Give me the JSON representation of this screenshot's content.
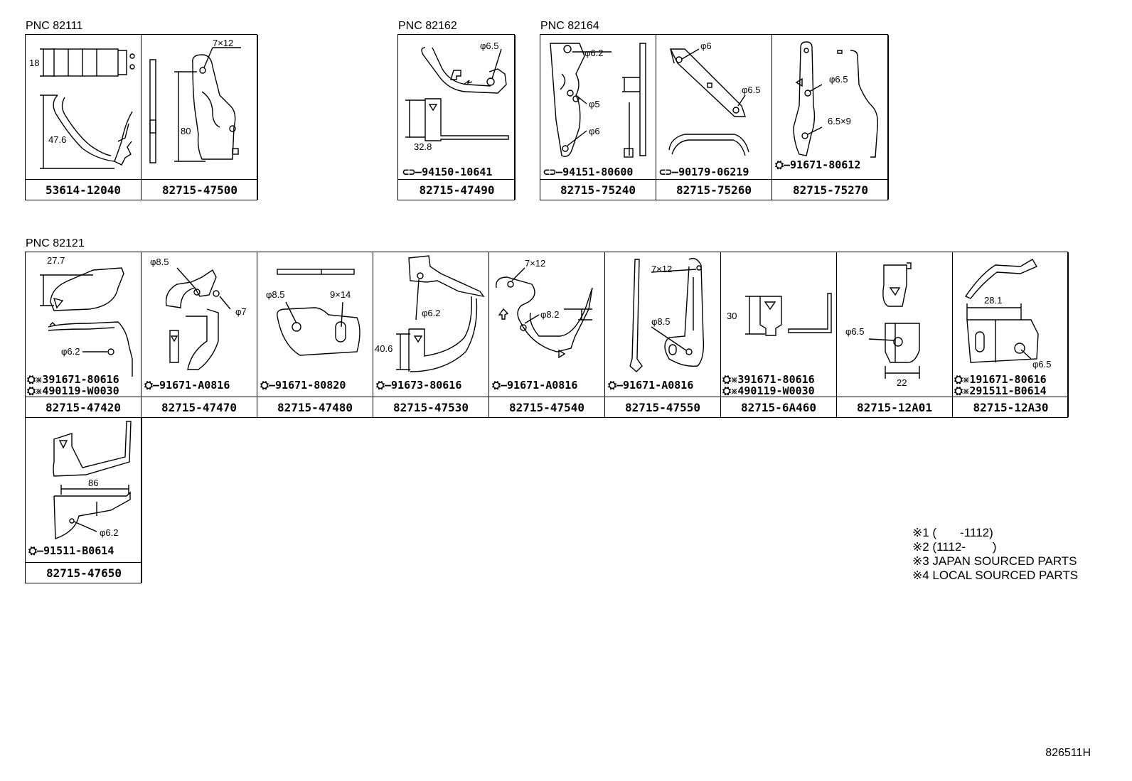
{
  "groups": {
    "g1": {
      "pnc": "PNC 82111",
      "parts": [
        "53614-12040",
        "82715-47500"
      ]
    },
    "g2": {
      "pnc": "PNC 82162",
      "parts": [
        "82715-47490"
      ]
    },
    "g3": {
      "pnc": "PNC 82164",
      "parts": [
        "82715-75240",
        "82715-75260",
        "82715-75270"
      ]
    },
    "g4": {
      "pnc": "PNC 82121",
      "parts": [
        "82715-47420",
        "82715-47470",
        "82715-47480",
        "82715-47530",
        "82715-47540",
        "82715-47550",
        "82715-6A460",
        "82715-12A01",
        "82715-12A30",
        "82715-47650"
      ]
    }
  },
  "fasteners": {
    "f47490": "94150-10641",
    "f75240": "94151-80600",
    "f75260": "90179-06219",
    "f75270": "91671-80612",
    "f47420a": "※391671-80616",
    "f47420b": "※490119-W0030",
    "f47470": "91671-A0816",
    "f47480": "91671-80820",
    "f47530": "91673-80616",
    "f47540": "91671-A0816",
    "f47550": "91671-A0816",
    "f6A460a": "※391671-80616",
    "f6A460b": "※490119-W0030",
    "f12A30a": "※191671-80616",
    "f12A30b": "※291511-B0614",
    "f47650": "91511-B0614"
  },
  "dims": {
    "d18": "18",
    "d476": "47.6",
    "d7x12a": "7×12",
    "d80": "80",
    "d65a": "φ6.5",
    "d328": "32.8",
    "d62a": "φ6.2",
    "d5": "φ5",
    "d6a": "φ6",
    "d6b": "φ6",
    "d65b": "φ6.5",
    "d65c": "φ6.5",
    "d65x9": "6.5×9",
    "d277": "27.7",
    "d62b": "φ6.2",
    "d85a": "φ8.5",
    "d7": "φ7",
    "d85b": "φ8.5",
    "d9x14": "9×14",
    "d62c": "φ6.2",
    "d406": "40.6",
    "d7x12b": "7×12",
    "d82": "φ8.2",
    "d7x12c": "7×12",
    "d85c": "φ8.5",
    "d30": "30",
    "d65d": "φ6.5",
    "d22": "22",
    "d281": "28.1",
    "d65e": "φ6.5",
    "d86": "86",
    "d62d": "φ6.2"
  },
  "notes": [
    "※1 (       -1112)",
    "※2 (1112-        )",
    "※3 JAPAN SOURCED PARTS",
    "※4 LOCAL SOURCED PARTS"
  ],
  "diagram_code": "826511H"
}
